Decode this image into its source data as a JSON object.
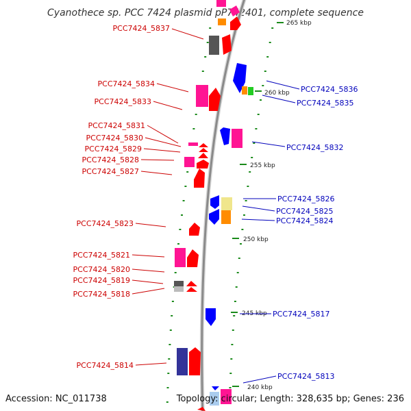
{
  "title": "Cyanothece sp. PCC 7424 plasmid pP742401, complete sequence",
  "footer": {
    "accession": "Accession: NC_011738",
    "summary": "Topology: circular; Length: 328,635 bp; Genes: 236"
  },
  "colors": {
    "forward_label": "#cc0000",
    "reverse_label": "#0000bb",
    "backbone": "#888888",
    "gc_tick": "#1a8a1a"
  },
  "ticks": [
    {
      "label": "265 kbp"
    },
    {
      "label": "260 kbp"
    },
    {
      "label": "255 kbp"
    },
    {
      "label": "250 kbp"
    },
    {
      "label": "245 kbp"
    },
    {
      "label": "240 kbp"
    }
  ],
  "labels_left": [
    {
      "text": "PCC7424_5837"
    },
    {
      "text": "PCC7424_5834"
    },
    {
      "text": "PCC7424_5833"
    },
    {
      "text": "PCC7424_5831"
    },
    {
      "text": "PCC7424_5830"
    },
    {
      "text": "PCC7424_5829"
    },
    {
      "text": "PCC7424_5828"
    },
    {
      "text": "PCC7424_5827"
    },
    {
      "text": "PCC7424_5823"
    },
    {
      "text": "PCC7424_5821"
    },
    {
      "text": "PCC7424_5820"
    },
    {
      "text": "PCC7424_5819"
    },
    {
      "text": "PCC7424_5818"
    },
    {
      "text": "PCC7424_5814"
    }
  ],
  "labels_right": [
    {
      "text": "PCC7424_5836"
    },
    {
      "text": "PCC7424_5835"
    },
    {
      "text": "PCC7424_5832"
    },
    {
      "text": "PCC7424_5826"
    },
    {
      "text": "PCC7424_5825"
    },
    {
      "text": "PCC7424_5824"
    },
    {
      "text": "PCC7424_5817"
    },
    {
      "text": "PCC7424_5813"
    }
  ]
}
